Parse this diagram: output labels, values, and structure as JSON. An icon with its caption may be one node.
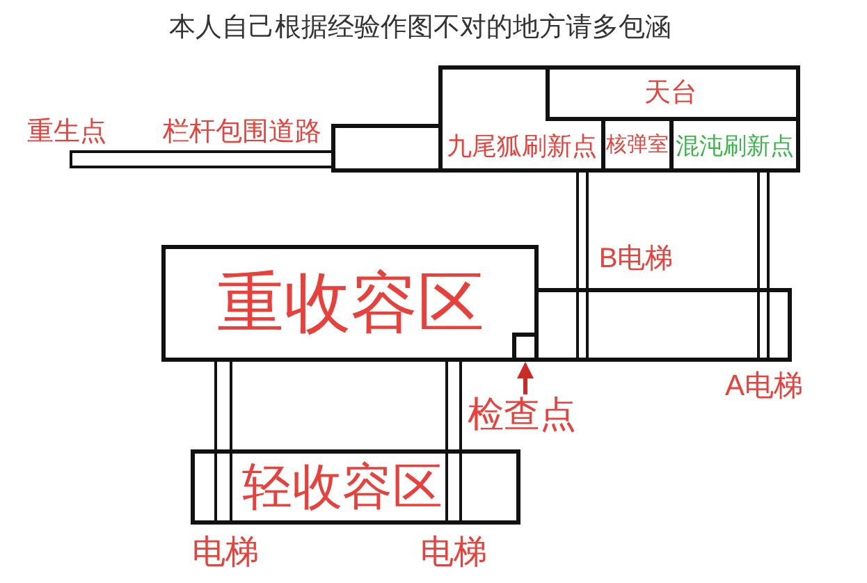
{
  "diagram": {
    "title": "本人自己根据经验作图不对的地方请多包涵",
    "nodes": [
      {
        "text": [
          "九尾狐刷新点"
        ]
      },
      {
        "text": [
          "天台"
        ],
        "in": 0
      },
      {
        "text": [
          "核弹室"
        ],
        "in": 0
      },
      {
        "text": [
          "混沌刷新点"
        ],
        "in": 0
      },
      {
        "text": [],
        "shape": "box"
      },
      {
        "text": [],
        "shape": "bar",
        "beside": [
          "栏杆包围道路"
        ]
      },
      {
        "text": [],
        "shape": "bar",
        "beside": [
          "B电梯"
        ]
      },
      {
        "text": [],
        "shape": "bar",
        "beside": [
          "A电梯"
        ]
      },
      {
        "text": [
          "重收容区"
        ]
      },
      {
        "text": [],
        "shape": "box",
        "in": 8
      },
      {
        "text": [],
        "shape": "box"
      },
      {
        "text": [
          "检查点"
        ]
      },
      {
        "text": [
          "轻收容区"
        ]
      },
      {
        "text": [],
        "shape": "bar",
        "beside": [
          "电梯"
        ]
      },
      {
        "text": [],
        "shape": "bar",
        "beside": [
          "电梯"
        ]
      }
    ],
    "edges": [
      {
        "from": 11,
        "to": 9,
        "arrow": "to"
      }
    ],
    "labels": [
      "重生点"
    ]
  }
}
